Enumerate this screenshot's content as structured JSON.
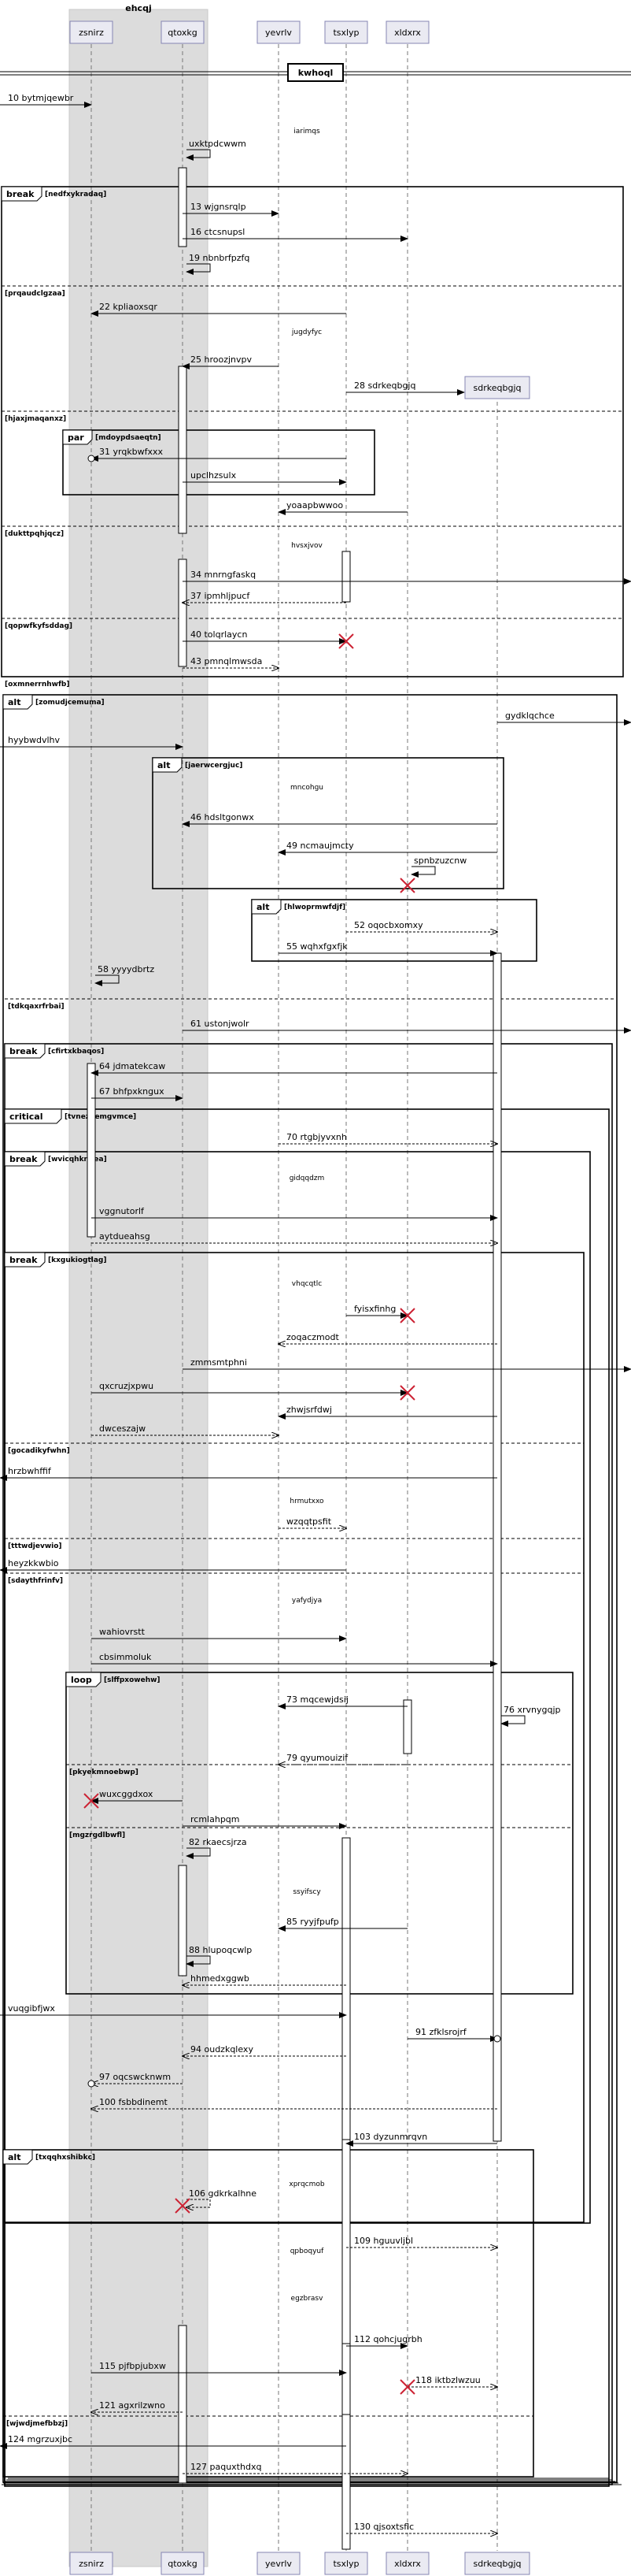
{
  "diagram": {
    "group_title": "ehcqj",
    "participants": [
      {
        "id": "zsnirz",
        "label": "zsnirz"
      },
      {
        "id": "qtoxkg",
        "label": "qtoxkg"
      },
      {
        "id": "yevrlv",
        "label": "yevrlv"
      },
      {
        "id": "tsxlyp",
        "label": "tsxlyp"
      },
      {
        "id": "xldxrx",
        "label": "xldxrx"
      },
      {
        "id": "sdrkeqbgjq",
        "label": "sdrkeqbgjq"
      }
    ],
    "divider": "kwhoql",
    "fragments": [
      {
        "kind": "break",
        "label": "nedfxykradaq"
      },
      {
        "kind": "section",
        "label": "prqaudclgzaa"
      },
      {
        "kind": "section",
        "label": "hjaxjmaqanxz"
      },
      {
        "kind": "par",
        "label": "mdoypdsaeqtn"
      },
      {
        "kind": "section",
        "label": "dukttpqhjqcz"
      },
      {
        "kind": "section",
        "label": "qopwfkyfsddag"
      },
      {
        "kind": "section",
        "label": "oxmnerrnhwfb"
      },
      {
        "kind": "alt",
        "label": "zomudjcemuma"
      },
      {
        "kind": "alt",
        "label": "jaerwcergjuc"
      },
      {
        "kind": "alt",
        "label": "hlwoprmwfdjf"
      },
      {
        "kind": "section",
        "label": "tdkqaxrfrbai"
      },
      {
        "kind": "break",
        "label": "cfirtxkbaqos"
      },
      {
        "kind": "critical",
        "label": "tvneznemgvmce"
      },
      {
        "kind": "break",
        "label": "wvicqhkrsjea"
      },
      {
        "kind": "break",
        "label": "kxgukiogtlag"
      },
      {
        "kind": "section",
        "label": "gocadikyfwhn"
      },
      {
        "kind": "section",
        "label": "tttwdjevwio"
      },
      {
        "kind": "section",
        "label": "sdaythfrinfv"
      },
      {
        "kind": "loop",
        "label": "slffpxowehw"
      },
      {
        "kind": "section",
        "label": "pkyekmnoebwp"
      },
      {
        "kind": "section",
        "label": "mgzrgdlbwfl"
      },
      {
        "kind": "alt",
        "label": "txqqhxshibkc"
      },
      {
        "kind": "section",
        "label": "wjwdjmefbbzj"
      }
    ],
    "notes": [
      "iarimqs",
      "jugdyfyc",
      "hvsxjvov",
      "mncohgu",
      "gidqqdzm",
      "vhqcqtlc",
      "hrmutxxo",
      "yafydjya",
      "ssyifscy",
      "xprqcmob",
      "qpboqyuf",
      "egzbrasv"
    ],
    "messages": [
      {
        "num": "10",
        "text": "bytmjqewbr"
      },
      {
        "num": "",
        "text": "uxktpdcwwm"
      },
      {
        "num": "13",
        "text": "wjgnsrqlp"
      },
      {
        "num": "16",
        "text": "ctcsnupsl"
      },
      {
        "num": "19",
        "text": "nbnbrfpzfq"
      },
      {
        "num": "22",
        "text": "kpliaoxsqr"
      },
      {
        "num": "25",
        "text": "hroozjnvpv"
      },
      {
        "num": "28",
        "text": "sdrkeqbgjq"
      },
      {
        "num": "31",
        "text": "yrqkbwfxxx"
      },
      {
        "num": "",
        "text": "upclhzsulx"
      },
      {
        "num": "",
        "text": "yoaapbwwoo"
      },
      {
        "num": "34",
        "text": "mnrngfaskq"
      },
      {
        "num": "37",
        "text": "ipmhljpucf"
      },
      {
        "num": "40",
        "text": "tolqrlaycn"
      },
      {
        "num": "43",
        "text": "pmnqlmwsda"
      },
      {
        "num": "",
        "text": "gydklqchce"
      },
      {
        "num": "",
        "text": "hyybwdvlhv"
      },
      {
        "num": "46",
        "text": "hdsltgonwx"
      },
      {
        "num": "49",
        "text": "ncmaujmcty"
      },
      {
        "num": "",
        "text": "spnbzuzcnw"
      },
      {
        "num": "52",
        "text": "oqocbxomxy"
      },
      {
        "num": "55",
        "text": "wqhxfgxfjk"
      },
      {
        "num": "58",
        "text": "yyyydbrtz"
      },
      {
        "num": "61",
        "text": "ustonjwolr"
      },
      {
        "num": "64",
        "text": "jdmatekcaw"
      },
      {
        "num": "67",
        "text": "bhfpxkngux"
      },
      {
        "num": "70",
        "text": "rtgbjyvxnh"
      },
      {
        "num": "",
        "text": "vggnutorlf"
      },
      {
        "num": "",
        "text": "aytdueahsg"
      },
      {
        "num": "",
        "text": "fyisxfinhg"
      },
      {
        "num": "",
        "text": "zoqaczmodt"
      },
      {
        "num": "",
        "text": "zmmsmtphni"
      },
      {
        "num": "",
        "text": "qxcruzjxpwu"
      },
      {
        "num": "",
        "text": "zhwjsrfdwj"
      },
      {
        "num": "",
        "text": "dwceszajw"
      },
      {
        "num": "",
        "text": "hrzbwhffif"
      },
      {
        "num": "",
        "text": "wzqqtpsfit"
      },
      {
        "num": "",
        "text": "heyzkkwbio"
      },
      {
        "num": "",
        "text": "wahiovrstt"
      },
      {
        "num": "",
        "text": "cbsimmoluk"
      },
      {
        "num": "73",
        "text": "mqcewjdsij"
      },
      {
        "num": "76",
        "text": "xrvnygqjp"
      },
      {
        "num": "79",
        "text": "qyumouizif"
      },
      {
        "num": "",
        "text": "wuxcggdxox"
      },
      {
        "num": "",
        "text": "rcmlahpqm"
      },
      {
        "num": "82",
        "text": "rkaecsjrza"
      },
      {
        "num": "85",
        "text": "ryyjfpufp"
      },
      {
        "num": "88",
        "text": "hlupoqcwlp"
      },
      {
        "num": "",
        "text": "hhmedxggwb"
      },
      {
        "num": "",
        "text": "vuqgibfjwx"
      },
      {
        "num": "91",
        "text": "zfklsrojrf"
      },
      {
        "num": "94",
        "text": "oudzkqlexy"
      },
      {
        "num": "97",
        "text": "oqcswcknwm"
      },
      {
        "num": "100",
        "text": "fsbbdinemt"
      },
      {
        "num": "103",
        "text": "dyzunmrqvn"
      },
      {
        "num": "106",
        "text": "gdkrkalhne"
      },
      {
        "num": "109",
        "text": "hguuvljbl"
      },
      {
        "num": "112",
        "text": "qohcjugrbh"
      },
      {
        "num": "115",
        "text": "pjfbpjubxw"
      },
      {
        "num": "118",
        "text": "iktbzlwzuu"
      },
      {
        "num": "121",
        "text": "agxrilzwno"
      },
      {
        "num": "124",
        "text": "mgrzuxjbc"
      },
      {
        "num": "127",
        "text": "paquxthdxq"
      },
      {
        "num": "130",
        "text": "qjsoxtsflc"
      }
    ],
    "colors": {
      "participant_fill": "#eaeaf2",
      "participant_border": "#8585b3",
      "group_fill": "#dcdcdc",
      "line": "#000000",
      "lifeline": "#777777",
      "destroy": "#cc2233"
    }
  }
}
